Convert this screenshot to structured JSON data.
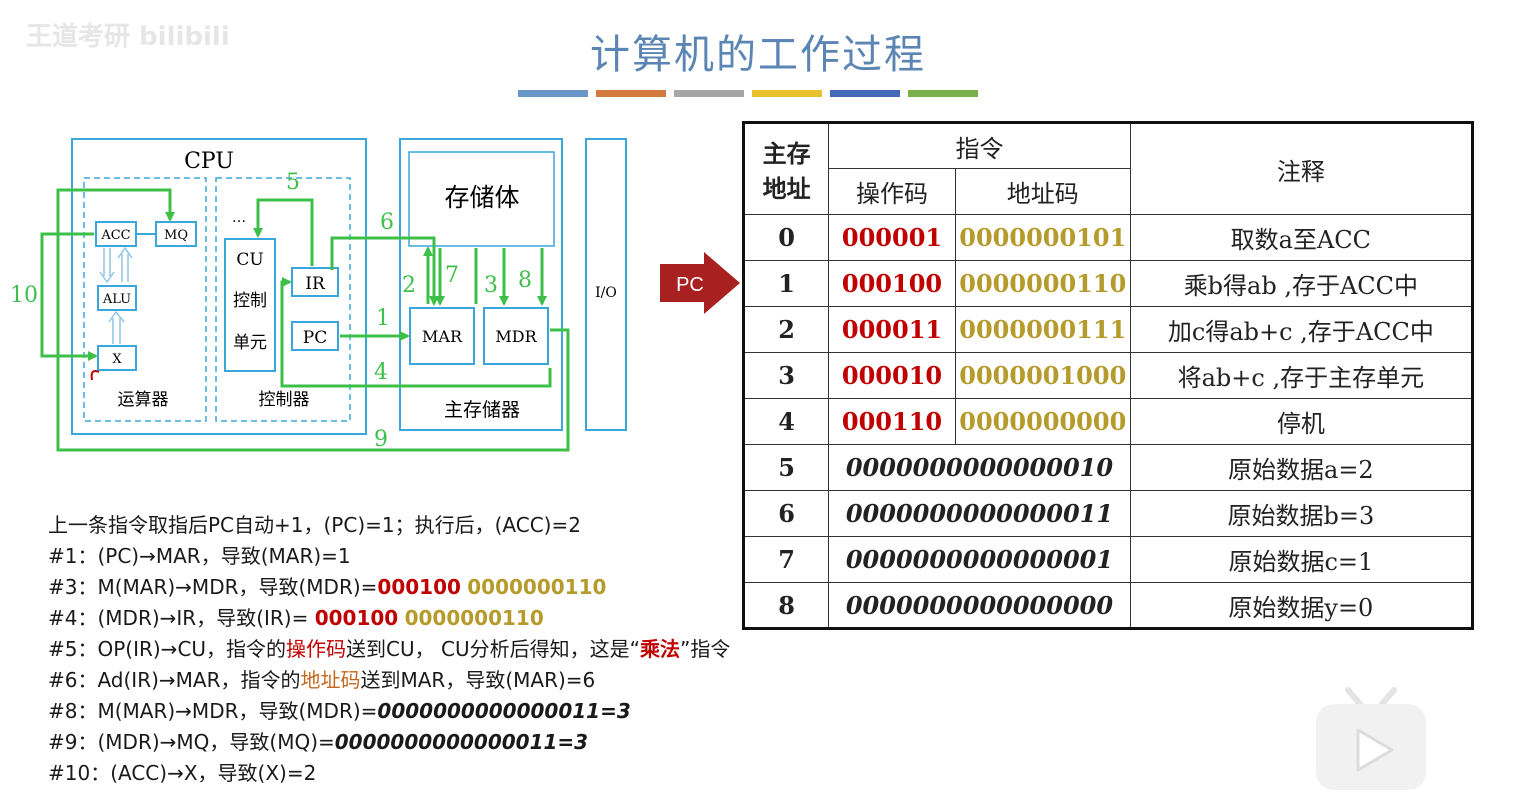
{
  "watermark": "王道考研 bilibili",
  "title": "计算机的工作过程",
  "accent_bars": [
    "#6a97c9",
    "#d37a3f",
    "#a6a6a6",
    "#e8c22e",
    "#4468b8",
    "#78b04c"
  ],
  "diagram": {
    "cpu": "CPU",
    "acc": "ACC",
    "mq": "MQ",
    "alu": "ALU",
    "x": "X",
    "alu_group": "运算器",
    "dots": "…",
    "cu": "CU",
    "cu_line2": "控制",
    "cu_line3": "单元",
    "ir": "IR",
    "pc": "PC",
    "control_group": "控制器",
    "storage_body": "存储体",
    "mar": "MAR",
    "mdr": "MDR",
    "main_memory": "主存储器",
    "io": "I/O",
    "steps": [
      "1",
      "2",
      "3",
      "4",
      "5",
      "6",
      "7",
      "8",
      "9",
      "10"
    ],
    "line_color": "#3dbf4a",
    "box_color": "#3aa7db"
  },
  "pc_pointer": "PC",
  "table": {
    "head_addr_line1": "主存",
    "head_addr_line2": "地址",
    "head_instr": "指令",
    "head_op": "操作码",
    "head_ad": "地址码",
    "head_note": "注释",
    "rows": [
      {
        "addr": "0",
        "op": "000001",
        "ad": "0000000101",
        "note": "取数a至ACC"
      },
      {
        "addr": "1",
        "op": "000100",
        "ad": "0000000110",
        "note": "乘b得ab ,存于ACC中"
      },
      {
        "addr": "2",
        "op": "000011",
        "ad": "0000000111",
        "note": "加c得ab+c ,存于ACC中"
      },
      {
        "addr": "3",
        "op": "000010",
        "ad": "0000001000",
        "note": "将ab+c ,存于主存单元"
      },
      {
        "addr": "4",
        "op": "000110",
        "ad": "0000000000",
        "note": "停机"
      }
    ],
    "data_rows": [
      {
        "addr": "5",
        "word": "0000000000000010",
        "note": "原始数据a=2"
      },
      {
        "addr": "6",
        "word": "0000000000000011",
        "note": "原始数据b=3"
      },
      {
        "addr": "7",
        "word": "0000000000000001",
        "note": "原始数据c=1"
      },
      {
        "addr": "8",
        "word": "0000000000000000",
        "note": "原始数据y=0"
      }
    ]
  },
  "notes": {
    "l0": "上一条指令取指后PC自动+1，(PC)=1；执行后，(ACC)=2",
    "l1": "#1：(PC)→MAR，导致(MAR)=1",
    "l2_a": "#3：M(MAR)→MDR，导致(MDR)=",
    "l2_op": "000100",
    "l2_ad": "0000000110",
    "l3_a": "#4：(MDR)→IR，导致(IR)= ",
    "l3_op": "000100",
    "l3_ad": "0000000110",
    "l4_a": "#5：OP(IR)→CU，指令的",
    "l4_b": "操作码",
    "l4_c": "送到CU，  CU分析后得知，这是“",
    "l4_d": "乘法",
    "l4_e": "”指令",
    "l5_a": "#6：Ad(IR)→MAR，指令的",
    "l5_b": "地址码",
    "l5_c": "送到MAR，导致(MAR)=6",
    "l6_a": "#8：M(MAR)→MDR，导致(MDR)=",
    "l6_b": "0000000000000011=3",
    "l7_a": "#9：(MDR)→MQ，导致(MQ)=",
    "l7_b": "0000000000000011=3",
    "l8": "#10：(ACC)→X，导致(X)=2"
  }
}
